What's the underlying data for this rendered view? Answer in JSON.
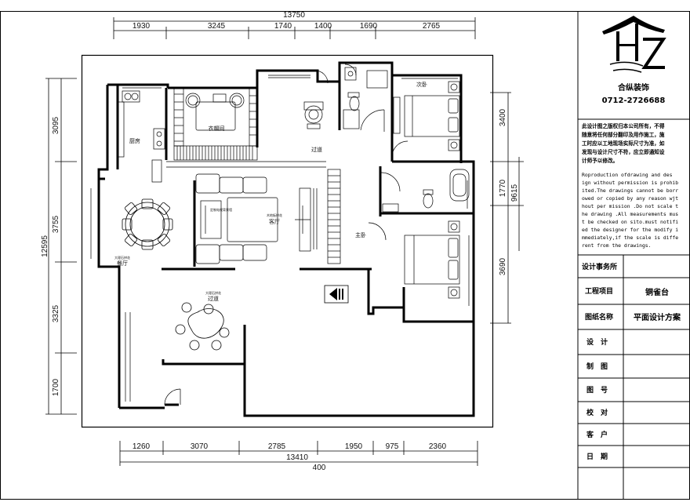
{
  "dimensions": {
    "top_total": "13750",
    "top": [
      "1930",
      "3245",
      "1740",
      "1400",
      "1690",
      "2765"
    ],
    "left_total": "12595",
    "left": [
      "3095",
      "3755",
      "3325",
      "1700"
    ],
    "right_total": "9615",
    "right": [
      "3400",
      "1770",
      "3690"
    ],
    "bottom": [
      "1260",
      "3070",
      "2785",
      "1950",
      "975",
      "2360"
    ],
    "bottom_total": "13410",
    "bottom_extra": "400"
  },
  "rooms": {
    "kitchen": "厨房",
    "cloakroom": "衣帽间",
    "corridor": "过道",
    "second_bedroom": "次卧",
    "master_bedroom": "主卧",
    "living_room": "客厅",
    "dining_room": "餐厅",
    "aisle": "过道",
    "small_dining_note": "大理石拼花",
    "small_living_note": "木地板拼花",
    "small_aisle_note": "大理石拼花",
    "small_tv_note": "定制电视背景墙"
  },
  "title_block": {
    "company": "合纵装饰",
    "phone": "0712-2726688",
    "notice_cn": [
      "此设计图之版权归本公司所有，不得",
      "随意将任何部分翻印及用作施工，施",
      "工时应以工地现场实际尺寸为准，如",
      "发现与设计尺寸不符，应立即通知设",
      "计师予以修改。"
    ],
    "notice_en": [
      "Roproduction ofdrawing and des",
      "ign without permission is prohib",
      "ited.The drawings cannot be borr",
      "owed or copied by any reason wjt",
      "hout per mission .Do not scale t",
      "he drawing .All measurements mus",
      "t be checked on sito.must notifi",
      "ed the designer for the modify i",
      "mmediately,if the scale is diffe",
      "rent from the drawings."
    ],
    "rows": [
      {
        "label": "设计事务所",
        "value": ""
      },
      {
        "label": "工程项目",
        "value": "铜雀台"
      },
      {
        "label": "图纸名称",
        "value": "平面设计方案"
      },
      {
        "label": "设　计",
        "value": ""
      },
      {
        "label": "制　图",
        "value": ""
      },
      {
        "label": "图　号",
        "value": ""
      },
      {
        "label": "校　对",
        "value": ""
      },
      {
        "label": "客　户",
        "value": ""
      },
      {
        "label": "日　期",
        "value": ""
      }
    ]
  }
}
